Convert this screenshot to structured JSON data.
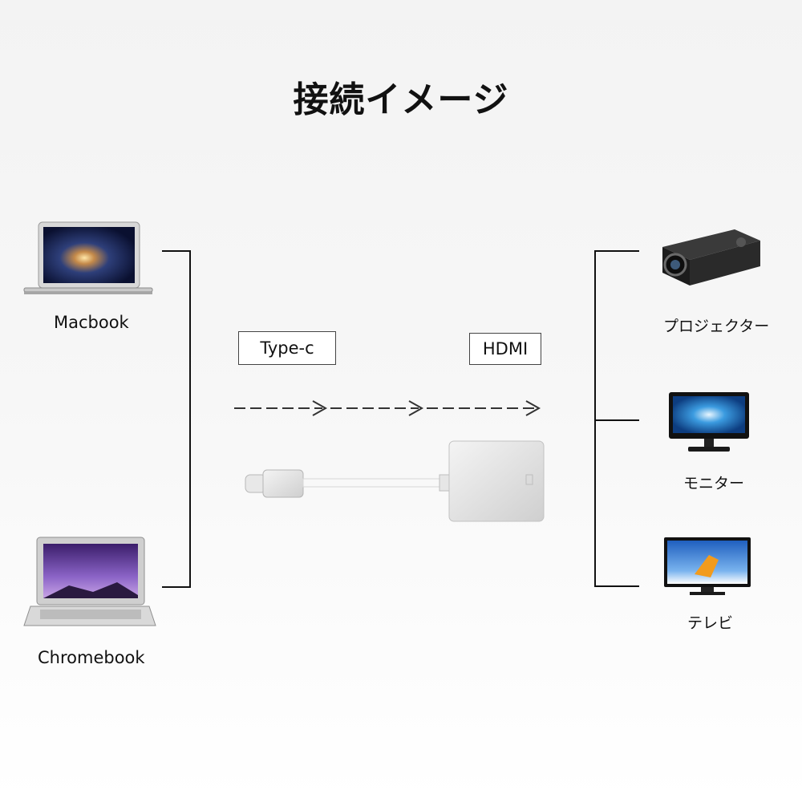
{
  "title": "接続イメージ",
  "sources": [
    {
      "label": "Macbook",
      "icon": "laptop-macbook-icon"
    },
    {
      "label": "Chromebook",
      "icon": "laptop-chromebook-icon"
    }
  ],
  "connection": {
    "input_label": "Type-c",
    "output_label": "HDMI",
    "arrow_glyph": ">",
    "device_icon": "usb-c-to-hdmi-adapter-icon"
  },
  "targets": [
    {
      "label": "プロジェクター",
      "icon": "projector-icon"
    },
    {
      "label": "モニター",
      "icon": "monitor-icon"
    },
    {
      "label": "テレビ",
      "icon": "tv-icon"
    }
  ]
}
